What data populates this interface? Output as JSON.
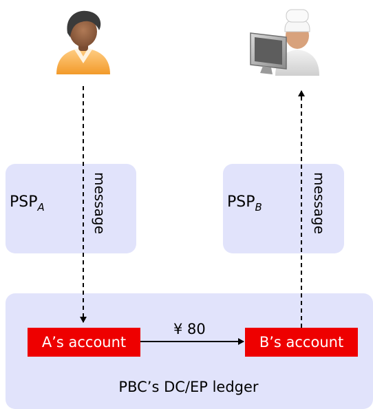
{
  "payer": {
    "icon": "person-icon"
  },
  "payee": {
    "icon": "person-at-computer-icon"
  },
  "psp_a": {
    "label": "PSP",
    "sub": "A",
    "message": "message"
  },
  "psp_b": {
    "label": "PSP",
    "sub": "B",
    "message": "message"
  },
  "ledger": {
    "label": "PBC’s DC/EP ledger",
    "account_a": "A’s account",
    "account_b": "B’s account",
    "transfer_amount": "¥ 80"
  },
  "colors": {
    "box_fill": "#e1e3fb",
    "account_fill": "#ee0000"
  }
}
